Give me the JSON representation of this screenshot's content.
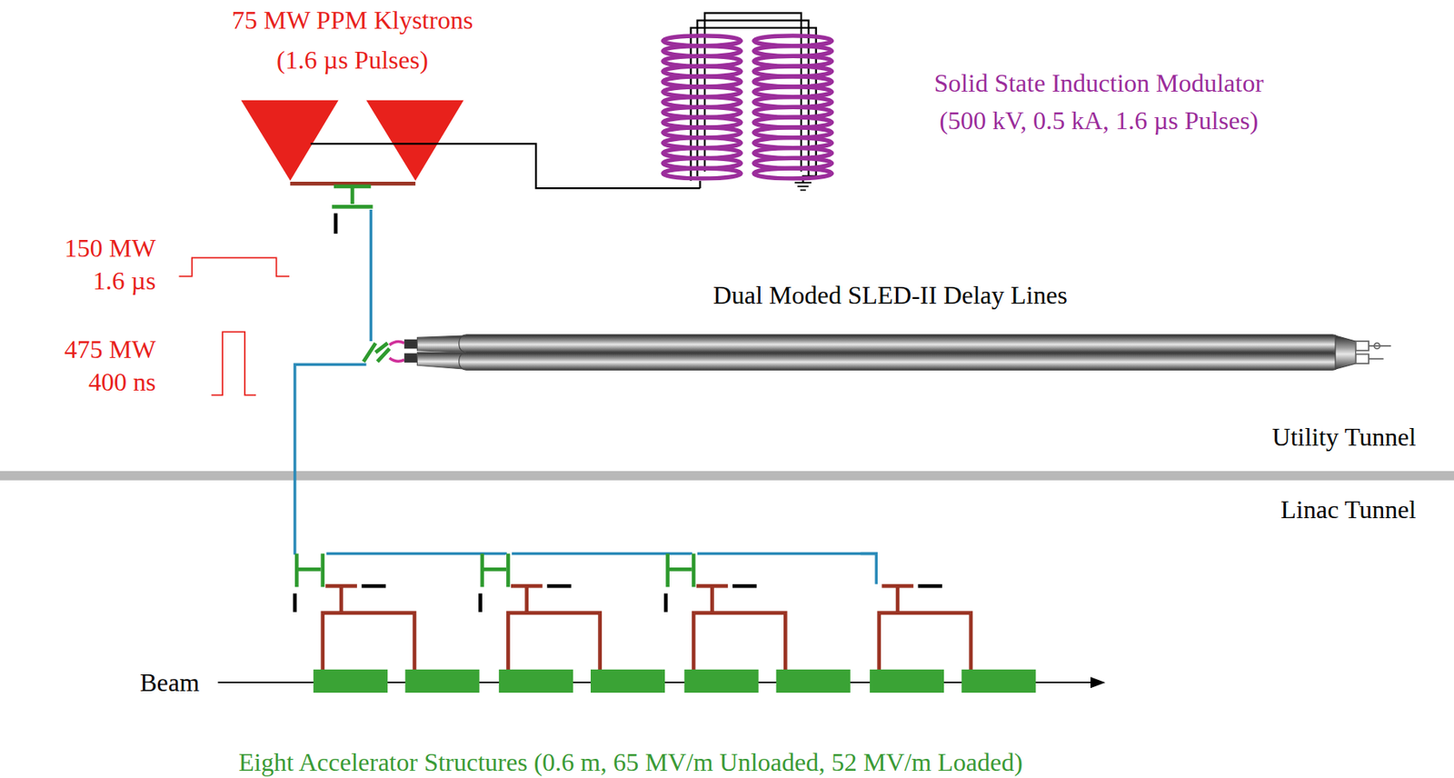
{
  "diagram": {
    "caption": "Eight Accelerator Structures (0.6 m, 65 MV/m Unloaded, 52 MV/m Loaded)",
    "labels": [
      "75 MW PPM Klystrons",
      "(1.6 µs Pulses)",
      "Solid State Induction Modulator",
      "(500 kV, 0.5 kA, 1.6 µs Pulses)",
      "150 MW",
      "1.6 µs",
      "475 MW",
      "400 ns",
      "Dual Moded SLED-II Delay Lines",
      "Utility Tunnel",
      "Linac Tunnel",
      "Beam"
    ]
  }
}
